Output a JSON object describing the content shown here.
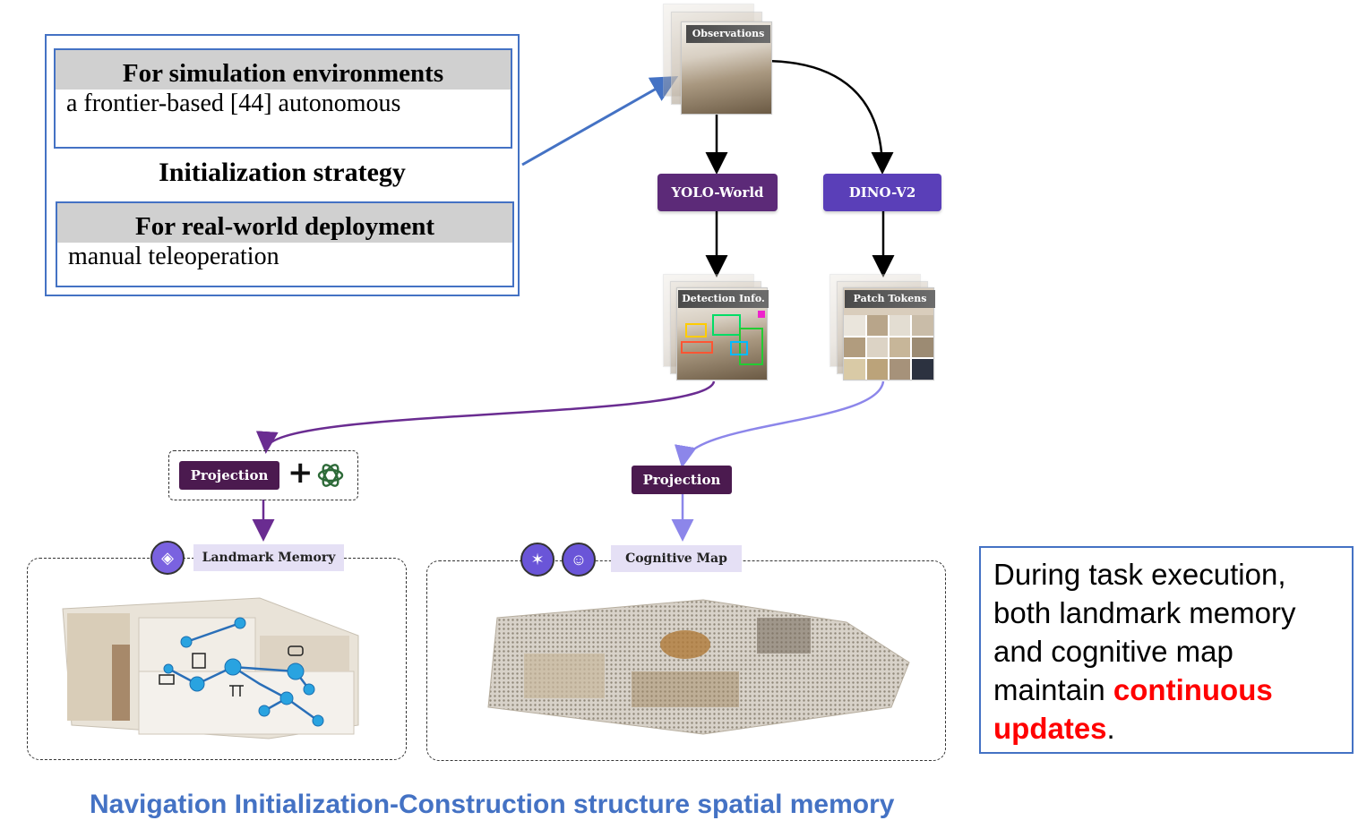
{
  "init_panel": {
    "sim": {
      "heading": "For simulation environments",
      "text": "a frontier-based [44] autonomous"
    },
    "title": "Initialization strategy",
    "real": {
      "heading": "For real-world deployment",
      "text": "manual teleoperation"
    }
  },
  "pipeline": {
    "observations_label": "Observations",
    "yolo_label": "YOLO-World",
    "dino_label": "DINO-V2",
    "detection_label": "Detection Info.",
    "patch_label": "Patch Tokens",
    "projection_left": "Projection",
    "plus": "+",
    "projection_right": "Projection",
    "landmark_memory": "Landmark Memory",
    "cognitive_map": "Cognitive Map"
  },
  "note": {
    "text_before": "During task execution, both landmark memory and cognitive map maintain ",
    "highlight": "continuous updates",
    "text_after": "."
  },
  "caption": "Navigation Initialization-Construction structure spatial memory",
  "colors": {
    "blue_border": "#4472c4",
    "yolo": "#5c2a78",
    "dino": "#5a3fb8",
    "projection": "#4b1a4f",
    "purple_arrow": "#6a2c91",
    "light_arrow": "#8c86ea",
    "highlight": "#ff0000"
  }
}
